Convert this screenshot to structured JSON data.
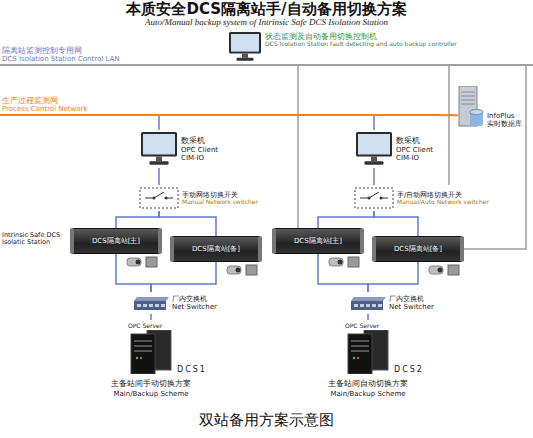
{
  "diagram": {
    "title": "本质安全DCS隔离站手/自动备用切换方案",
    "caption": "双站备用方案示意图",
    "nodes": [
      {
        "text": [
          "状态监测及自动备用切换控制机",
          "DCS Isolation Station fault detecting and auto backup controller"
        ]
      },
      {
        "text": [
          "隔离站监测控制专用网",
          "DCS Isolation Station Control LAN"
        ]
      },
      {
        "text": [
          "生产过程监测网",
          "Process Control Network"
        ]
      },
      {
        "text": [
          "InfoPlus",
          "实时数据库"
        ]
      },
      {
        "text": [
          "数采机",
          "OPC Client",
          "CIM-IO"
        ]
      },
      {
        "text": [
          "数采机",
          "OPC Client",
          "CIM-IO"
        ]
      },
      {
        "text": [
          "手动网络切换开关",
          "Manual Network switcher"
        ]
      },
      {
        "text": [
          "手/自动网络切换开关",
          "Manual/Auto Network switcher"
        ]
      },
      {
        "text": [
          "DCS隔离站[主]"
        ]
      },
      {
        "text": [
          "DCS隔离站[备]"
        ]
      },
      {
        "text": [
          "DCS隔离站[主]"
        ]
      },
      {
        "text": [
          "DCS隔离站[备]"
        ]
      },
      {
        "text": [
          "厂内交换机",
          "Net Switcher"
        ]
      },
      {
        "text": [
          "厂内交换机",
          "Net Switcher"
        ]
      },
      {
        "text": [
          "OPC Server",
          "DCS1"
        ]
      },
      {
        "text": [
          "OPC Server",
          "DCS2"
        ]
      }
    ],
    "edges": [
      {
        "from": 0,
        "to": 1,
        "arrow": "none"
      },
      {
        "from": 1,
        "to": 7,
        "arrow": "none"
      },
      {
        "from": 1,
        "to": 10,
        "arrow": "none"
      },
      {
        "from": 1,
        "to": 11,
        "arrow": "none"
      },
      {
        "from": 2,
        "to": 3,
        "arrow": "none"
      },
      {
        "from": 2,
        "to": 4,
        "arrow": "none"
      },
      {
        "from": 2,
        "to": 5,
        "arrow": "none"
      },
      {
        "from": 4,
        "to": 6,
        "arrow": "none"
      },
      {
        "from": 5,
        "to": 7,
        "arrow": "none"
      },
      {
        "from": 6,
        "to": 8,
        "arrow": "none"
      },
      {
        "from": 6,
        "to": 9,
        "arrow": "none"
      },
      {
        "from": 7,
        "to": 10,
        "arrow": "none"
      },
      {
        "from": 7,
        "to": 11,
        "arrow": "none"
      },
      {
        "from": 8,
        "to": 12,
        "arrow": "none"
      },
      {
        "from": 9,
        "to": 12,
        "arrow": "none"
      },
      {
        "from": 10,
        "to": 13,
        "arrow": "none"
      },
      {
        "from": 11,
        "to": 13,
        "arrow": "none"
      },
      {
        "from": 12,
        "to": 14,
        "arrow": "none"
      },
      {
        "from": 13,
        "to": 15,
        "arrow": "none"
      }
    ],
    "labels": [
      "Auto/Manual backup system of Intrinsic Safe DCS Isolation Station",
      "Intrinsic Safe DCS Isolatic Station",
      "主备站间手动切换方案",
      "Main/Backup Scheme",
      "主备站间自动切换方案",
      "Main/Backup Scheme"
    ]
  }
}
